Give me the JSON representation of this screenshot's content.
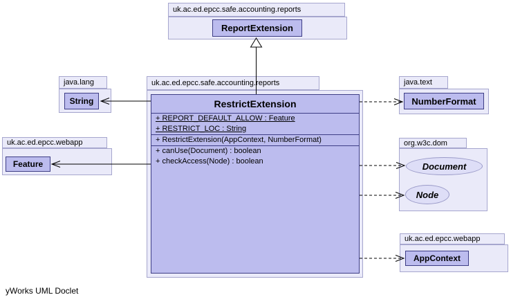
{
  "colors": {
    "package_fill": "#EAEAF9",
    "package_border": "#A6A6CE",
    "class_fill": "#BCBCEE",
    "class_border": "#3D3D85",
    "ellipse_fill": "#DEDEF7",
    "ellipse_border": "#9A9AC8",
    "edge_color": "#000000",
    "background": "#FFFFFF"
  },
  "packages": {
    "reports_top": {
      "name": "uk.ac.ed.epcc.safe.accounting.reports"
    },
    "reports_main": {
      "name": "uk.ac.ed.epcc.safe.accounting.reports"
    },
    "java_lang": {
      "name": "java.lang"
    },
    "webapp_left": {
      "name": "uk.ac.ed.epcc.webapp"
    },
    "java_text": {
      "name": "java.text"
    },
    "org_w3c_dom": {
      "name": "org.w3c.dom"
    },
    "webapp_right": {
      "name": "uk.ac.ed.epcc.webapp"
    }
  },
  "classes": {
    "report_extension": {
      "name": "ReportExtension"
    },
    "restrict_extension": {
      "name": "RestrictExtension",
      "fields": [
        "+ REPORT_DEFAULT_ALLOW : Feature",
        "+ RESTRICT_LOC : String"
      ],
      "constructors": [
        "+ RestrictExtension(AppContext, NumberFormat)"
      ],
      "methods": [
        "+ canUse(Document) : boolean",
        "+ checkAccess(Node) : boolean"
      ]
    },
    "string": {
      "name": "String"
    },
    "feature": {
      "name": "Feature"
    },
    "number_format": {
      "name": "NumberFormat"
    },
    "document": {
      "name": "Document"
    },
    "node": {
      "name": "Node"
    },
    "app_context": {
      "name": "AppContext"
    }
  },
  "edges": {
    "inheritance": {
      "from": "RestrictExtension",
      "to": "ReportExtension",
      "line": "solid",
      "head": "hollow-triangle"
    },
    "assoc_string": {
      "from": "RestrictExtension",
      "to": "String",
      "line": "solid",
      "head": "open-arrow"
    },
    "assoc_feature": {
      "from": "RestrictExtension",
      "to": "Feature",
      "line": "solid",
      "head": "open-arrow"
    },
    "dep_numberformat": {
      "from": "RestrictExtension",
      "to": "NumberFormat",
      "line": "dashed",
      "head": "open-arrow"
    },
    "dep_document": {
      "from": "RestrictExtension",
      "to": "Document",
      "line": "dashed",
      "head": "open-arrow"
    },
    "dep_node": {
      "from": "RestrictExtension",
      "to": "Node",
      "line": "dashed",
      "head": "open-arrow"
    },
    "dep_appcontext": {
      "from": "RestrictExtension",
      "to": "AppContext",
      "line": "dashed",
      "head": "open-arrow"
    }
  },
  "footer": {
    "label": "yWorks UML Doclet"
  }
}
